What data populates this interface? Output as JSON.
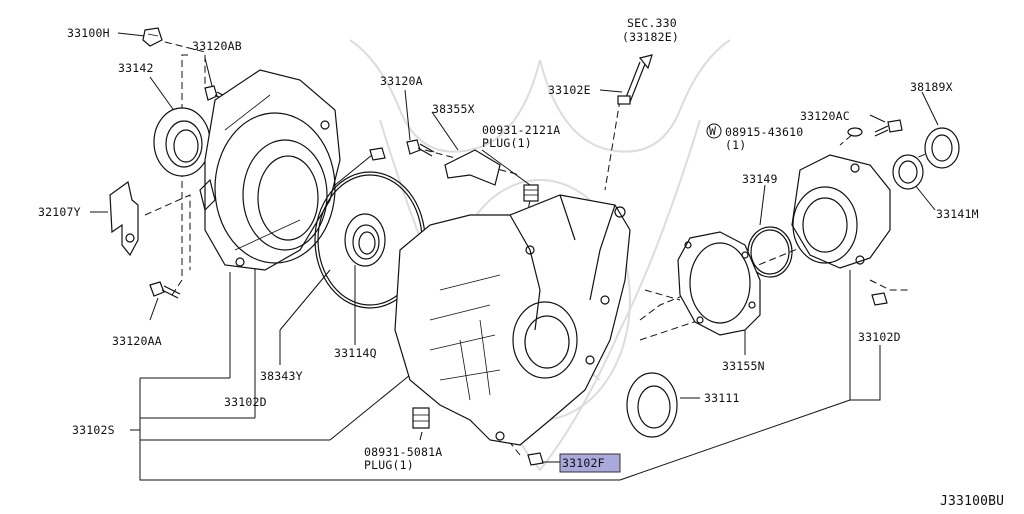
{
  "diagram_code": "J33100BU",
  "highlight_color": "#a9a9dc",
  "labels": {
    "l33100H": "33100H",
    "l33120AB": "33120AB",
    "l33142": "33142",
    "l32107Y": "32107Y",
    "l33120AA": "33120AA",
    "l33102S": "33102S",
    "l33102D_left": "33102D",
    "l38343Y": "38343Y",
    "l33114Q": "33114Q",
    "l33120A": "33120A",
    "l38355X": "38355X",
    "plug1_code": "00931-2121A",
    "plug1_text": "PLUG(1)",
    "sec_ref": "SEC.330",
    "sec_part": "(33182E)",
    "l33102E": "33102E",
    "l33120AC": "33120AC",
    "l38189X": "38189X",
    "washer_symbol": "W",
    "washer_code": "08915-43610",
    "washer_qty": "(1)",
    "l33149": "33149",
    "l33141M": "33141M",
    "l33155N": "33155N",
    "l33102D_right": "33102D",
    "l33111": "33111",
    "plug2_code": "08931-5081A",
    "plug2_text": "PLUG(1)",
    "l33102F": "33102F"
  }
}
